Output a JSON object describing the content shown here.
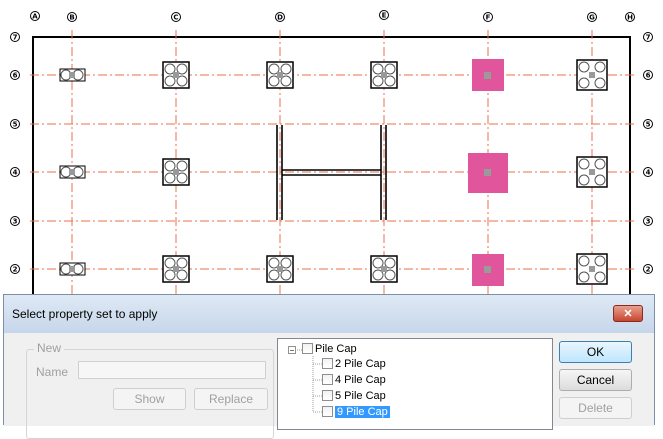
{
  "grid": {
    "column_labels": [
      "A",
      "B",
      "C",
      "D",
      "E",
      "F",
      "G",
      "H"
    ],
    "row_labels": [
      "7",
      "6",
      "5",
      "4",
      "3",
      "2"
    ]
  },
  "colors": {
    "grid_line": "#e8704a",
    "selected_cap": "#e0559b",
    "wall": "#000000"
  },
  "dialog": {
    "title": "Select property set to apply",
    "close_label": "✕",
    "new_group": {
      "legend": "New",
      "name_label": "Name",
      "name_value": "",
      "show_label": "Show",
      "replace_label": "Replace"
    },
    "tree": {
      "root_label": "Pile Cap",
      "expander": "−",
      "children": [
        "2 Pile Cap",
        "4 Pile Cap",
        "5 Pile Cap",
        "9 Pile Cap"
      ],
      "selected": "9 Pile Cap"
    },
    "ok_label": "OK",
    "cancel_label": "Cancel",
    "delete_label": "Delete"
  }
}
